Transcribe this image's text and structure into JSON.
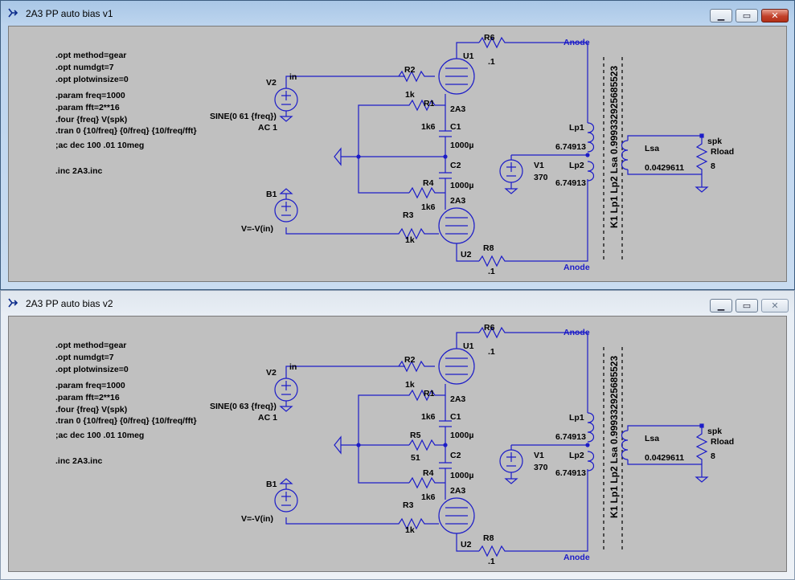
{
  "windows": [
    {
      "title": "2A3 PP auto bias v1",
      "directives": [
        ".opt method=gear",
        ".opt numdgt=7",
        ".opt plotwinsize=0",
        ".param freq=1000",
        ".param fft=2**16",
        ".four {freq} V(spk)",
        ".tran 0 {10/freq} {0/freq} {10/freq/fft}",
        ";ac dec 100 .01 10meg",
        ".inc 2A3.inc"
      ],
      "labels": {
        "v2": "V2",
        "in": "in",
        "sine": "SINE(0 61 {freq})",
        "ac": "AC 1",
        "r2": "R2",
        "r2v": "1k",
        "u1": "U1",
        "r6": "R6",
        "r6v": ".1",
        "r1": "R1",
        "r1v": "1k6",
        "u1m": "2A3",
        "c1": "C1",
        "c1v": "1000µ",
        "c2": "C2",
        "c2v": "1000µ",
        "r4": "R4",
        "r4v": "1k6",
        "u2m": "2A3",
        "b1": "B1",
        "bexpr": "V=-V(in)",
        "r3": "R3",
        "r3v": "1k",
        "u2": "U2",
        "r8": "R8",
        "r8v": ".1",
        "anode_top": "Anode",
        "anode_bot": "Anode",
        "lp1": "Lp1",
        "lp1v": "6.74913",
        "lp2": "Lp2",
        "lp2v": "6.74913",
        "v1": "V1",
        "v1v": "370",
        "lsa": "Lsa",
        "lsav": "0.0429611",
        "spk": "spk",
        "rload": "Rload",
        "rloadv": "8",
        "coupling": "K1 Lp1 Lp2 Lsa 0.999332925685523"
      }
    },
    {
      "title": "2A3 PP auto bias v2",
      "directives": [
        ".opt method=gear",
        ".opt numdgt=7",
        ".opt plotwinsize=0",
        ".param freq=1000",
        ".param fft=2**16",
        ".four {freq} V(spk)",
        ".tran 0 {10/freq} {0/freq} {10/freq/fft}",
        ";ac dec 100 .01 10meg",
        ".inc 2A3.inc"
      ],
      "labels": {
        "v2": "V2",
        "in": "in",
        "sine": "SINE(0 63 {freq})",
        "ac": "AC 1",
        "r2": "R2",
        "r2v": "1k",
        "u1": "U1",
        "r6": "R6",
        "r6v": ".1",
        "r1": "R1",
        "r1v": "1k6",
        "u1m": "2A3",
        "c1": "C1",
        "c1v": "1000µ",
        "r5": "R5",
        "r5v": "51",
        "c2": "C2",
        "c2v": "1000µ",
        "r4": "R4",
        "r4v": "1k6",
        "u2m": "2A3",
        "b1": "B1",
        "bexpr": "V=-V(in)",
        "r3": "R3",
        "r3v": "1k",
        "u2": "U2",
        "r8": "R8",
        "r8v": ".1",
        "anode_top": "Anode",
        "anode_bot": "Anode",
        "lp1": "Lp1",
        "lp1v": "6.74913",
        "lp2": "Lp2",
        "lp2v": "6.74913",
        "v1": "V1",
        "v1v": "370",
        "lsa": "Lsa",
        "lsav": "0.0429611",
        "spk": "spk",
        "rload": "Rload",
        "rloadv": "8",
        "coupling": "K1 Lp1 Lp2 Lsa 0.999332925685523"
      }
    }
  ],
  "icons": {
    "app": "ltspice-app-icon",
    "minimize": "minimize-icon",
    "maximize": "maximize-icon",
    "close": "close-icon"
  },
  "colors": {
    "wire": "#1c1cc8",
    "canvas": "#c0c0c0",
    "component": "#1c1cc8",
    "label": "#000000"
  }
}
